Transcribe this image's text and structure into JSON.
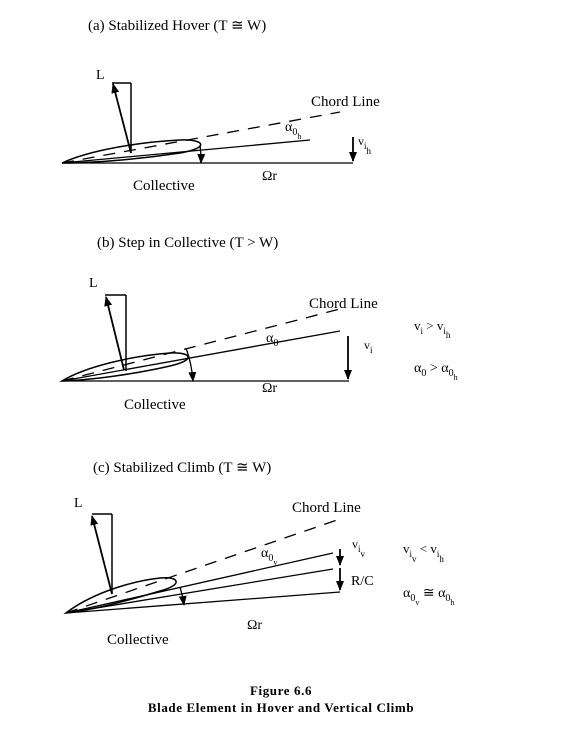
{
  "panel_a": {
    "title": "(a)  Stabilized Hover (T ≅ W)",
    "lift": "L",
    "chord_line": "Chord Line",
    "alpha": "α",
    "alpha_sub": "0",
    "alpha_subsub": "h",
    "v": "v",
    "v_sub": "i",
    "v_subsub": "h",
    "omega_r": "Ωr",
    "collective": "Collective"
  },
  "panel_b": {
    "title": "(b)  Step in Collective  (T > W)",
    "lift": "L",
    "chord_line": "Chord Line",
    "alpha": "α",
    "alpha_sub": "0",
    "v": "v",
    "v_sub": "i",
    "omega_r": "Ωr",
    "collective": "Collective",
    "rel1_left": "v",
    "rel1_left_sub": "i",
    "rel1_op": " > ",
    "rel1_right": "v",
    "rel1_right_sub": "i",
    "rel1_right_subsub": "h",
    "rel2_left": "α",
    "rel2_left_sub": "0",
    "rel2_op": " > ",
    "rel2_right": "α",
    "rel2_right_sub": "0",
    "rel2_right_subsub": "h"
  },
  "panel_c": {
    "title": "(c)  Stabilized Climb  (T ≅ W)",
    "lift": "L",
    "chord_line": "Chord Line",
    "alpha": "α",
    "alpha_sub": "0",
    "alpha_subsub": "v",
    "v": "v",
    "v_sub": "i",
    "v_subsub": "v",
    "rc": "R/C",
    "omega_r": "Ωr",
    "collective": "Collective",
    "rel1_left": "v",
    "rel1_left_sub": "i",
    "rel1_left_subsub": "v",
    "rel1_op": " < ",
    "rel1_right": "v",
    "rel1_right_sub": "i",
    "rel1_right_subsub": "h",
    "rel2_left": "α",
    "rel2_left_sub": "0",
    "rel2_left_subsub": "v",
    "rel2_op": " ≅ ",
    "rel2_right": "α",
    "rel2_right_sub": "0",
    "rel2_right_subsub": "h"
  },
  "caption": {
    "figure_number": "Figure 6.6",
    "title": "Blade Element in Hover and Vertical Climb"
  }
}
